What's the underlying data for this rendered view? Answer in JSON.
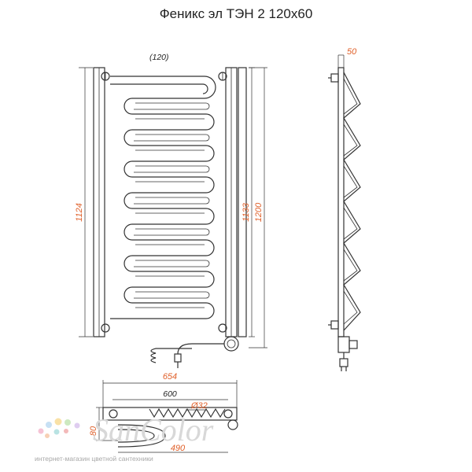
{
  "title": "Феникс эл ТЭН 2 120х60",
  "dimensions": {
    "top_width": "(120)",
    "height_left": "1124",
    "height_mid": "1133",
    "height_total": "1200",
    "side_depth": "50",
    "bottom_outer": "654",
    "bottom_inner": "600",
    "heater_diameter": "Ø32",
    "bottom_depth": "80",
    "bottom_inset": "490"
  },
  "watermark": {
    "brand": "SanColor",
    "tagline": "интернет-магазин цветной сантехники"
  },
  "colors": {
    "dimension_text": "#e0602a",
    "line": "#333333"
  }
}
